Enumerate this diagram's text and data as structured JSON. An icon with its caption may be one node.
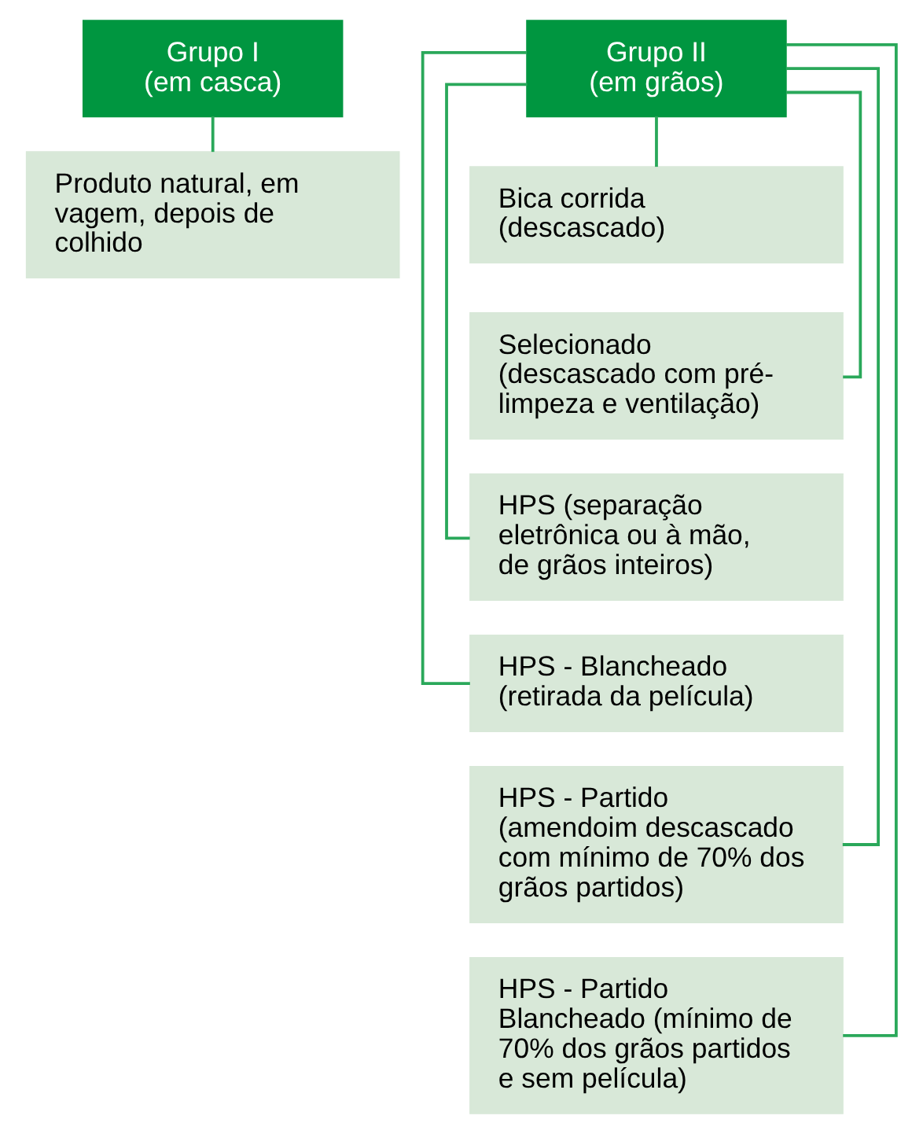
{
  "diagram": {
    "nodes": [
      {
        "text": [
          "Grupo I (em casca)"
        ]
      },
      {
        "text": [
          "Produto natural, em vagem, depois de colhido"
        ]
      },
      {
        "text": [
          "Grupo II (em grãos)"
        ]
      },
      {
        "text": [
          "Bica corrida (descascado)"
        ]
      },
      {
        "text": [
          "Selecionado (descascado com pré-limpeza e ventilação)"
        ]
      },
      {
        "text": [
          "HPS (separação eletrônica ou à mão, de grãos inteiros)"
        ]
      },
      {
        "text": [
          "HPS - Blancheado (retirada da película)"
        ]
      },
      {
        "text": [
          "HPS - Partido (amendoim descascado com mínimo de 70% dos grãos partidos)"
        ]
      },
      {
        "text": [
          "HPS - Partido Blancheado (mínimo de 70% dos grãos partidos e sem película)"
        ]
      }
    ],
    "edges": [
      {
        "from": 0,
        "to": 1,
        "arrow": "none"
      },
      {
        "from": 2,
        "to": 3,
        "arrow": "none"
      },
      {
        "from": 2,
        "to": 4,
        "arrow": "none"
      },
      {
        "from": 2,
        "to": 5,
        "arrow": "none"
      },
      {
        "from": 2,
        "to": 6,
        "arrow": "none"
      },
      {
        "from": 2,
        "to": 7,
        "arrow": "none"
      },
      {
        "from": 2,
        "to": 8,
        "arrow": "none"
      }
    ]
  }
}
